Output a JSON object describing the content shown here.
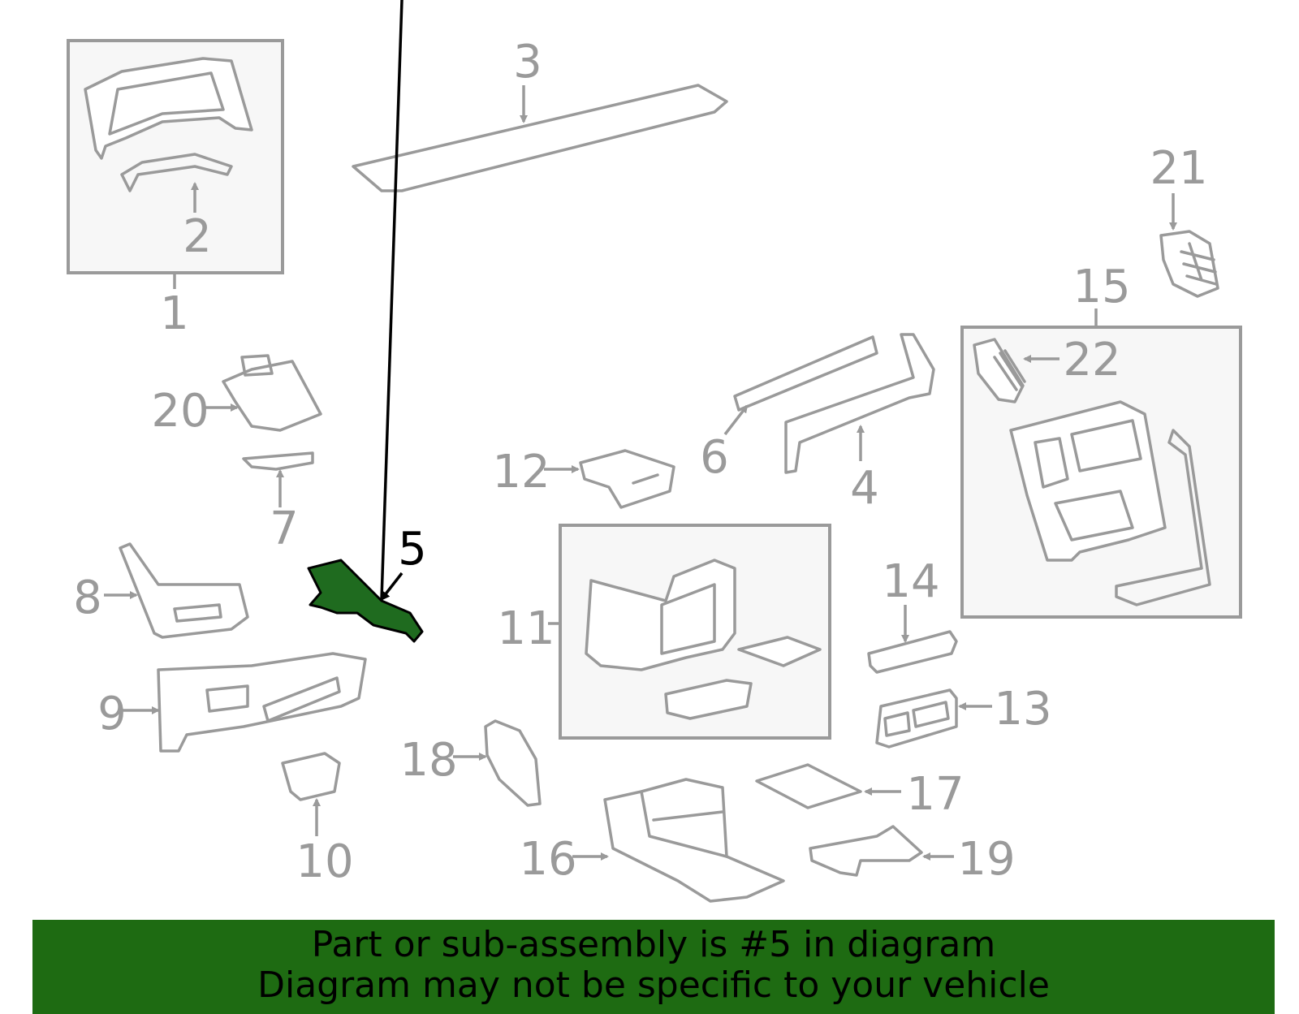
{
  "diagram": {
    "highlight_color": "#1e6b12",
    "part_color": "#9a9a9a",
    "callouts": {
      "c1": "1",
      "c2": "2",
      "c3": "3",
      "c4": "4",
      "c5": "5",
      "c6": "6",
      "c7": "7",
      "c8": "8",
      "c9": "9",
      "c10": "10",
      "c11": "11",
      "c12": "12",
      "c13": "13",
      "c14": "14",
      "c15": "15",
      "c16": "16",
      "c17": "17",
      "c18": "18",
      "c19": "19",
      "c20": "20",
      "c21": "21",
      "c22": "22"
    },
    "highlighted_part": "5"
  },
  "banner": {
    "line1": "Part or sub-assembly is #5 in diagram",
    "line2": "Diagram may not be specific to your vehicle"
  }
}
